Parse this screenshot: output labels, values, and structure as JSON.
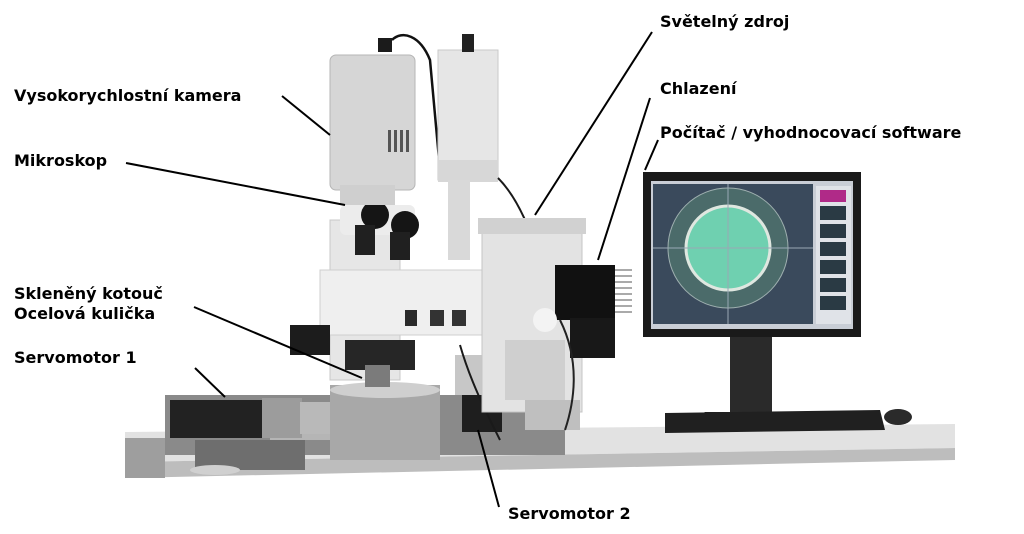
{
  "labels": {
    "light_source": "Světelný zdroj",
    "high_speed_camera": "Vysokorychlostní kamera",
    "cooling": "Chlazení",
    "computer_software": "Počítač / vyhodnocovací software",
    "microscope": "Mikroskop",
    "glass_disc": "Skleněný kotouč",
    "steel_ball": "Ocelová kulička",
    "servomotor_1": "Servomotor 1",
    "servomotor_2": "Servomotor 2"
  },
  "colors": {
    "label_text": "#000000",
    "leader_line": "#000000",
    "microscope_body": "#e8e8e8",
    "camera_body": "#d4d4d4",
    "table_top": "#dcdcdc",
    "monitor_frame": "#1a1a1a",
    "screen_bg": "#3a4a5c",
    "interference_center": "#6fd0b0"
  }
}
